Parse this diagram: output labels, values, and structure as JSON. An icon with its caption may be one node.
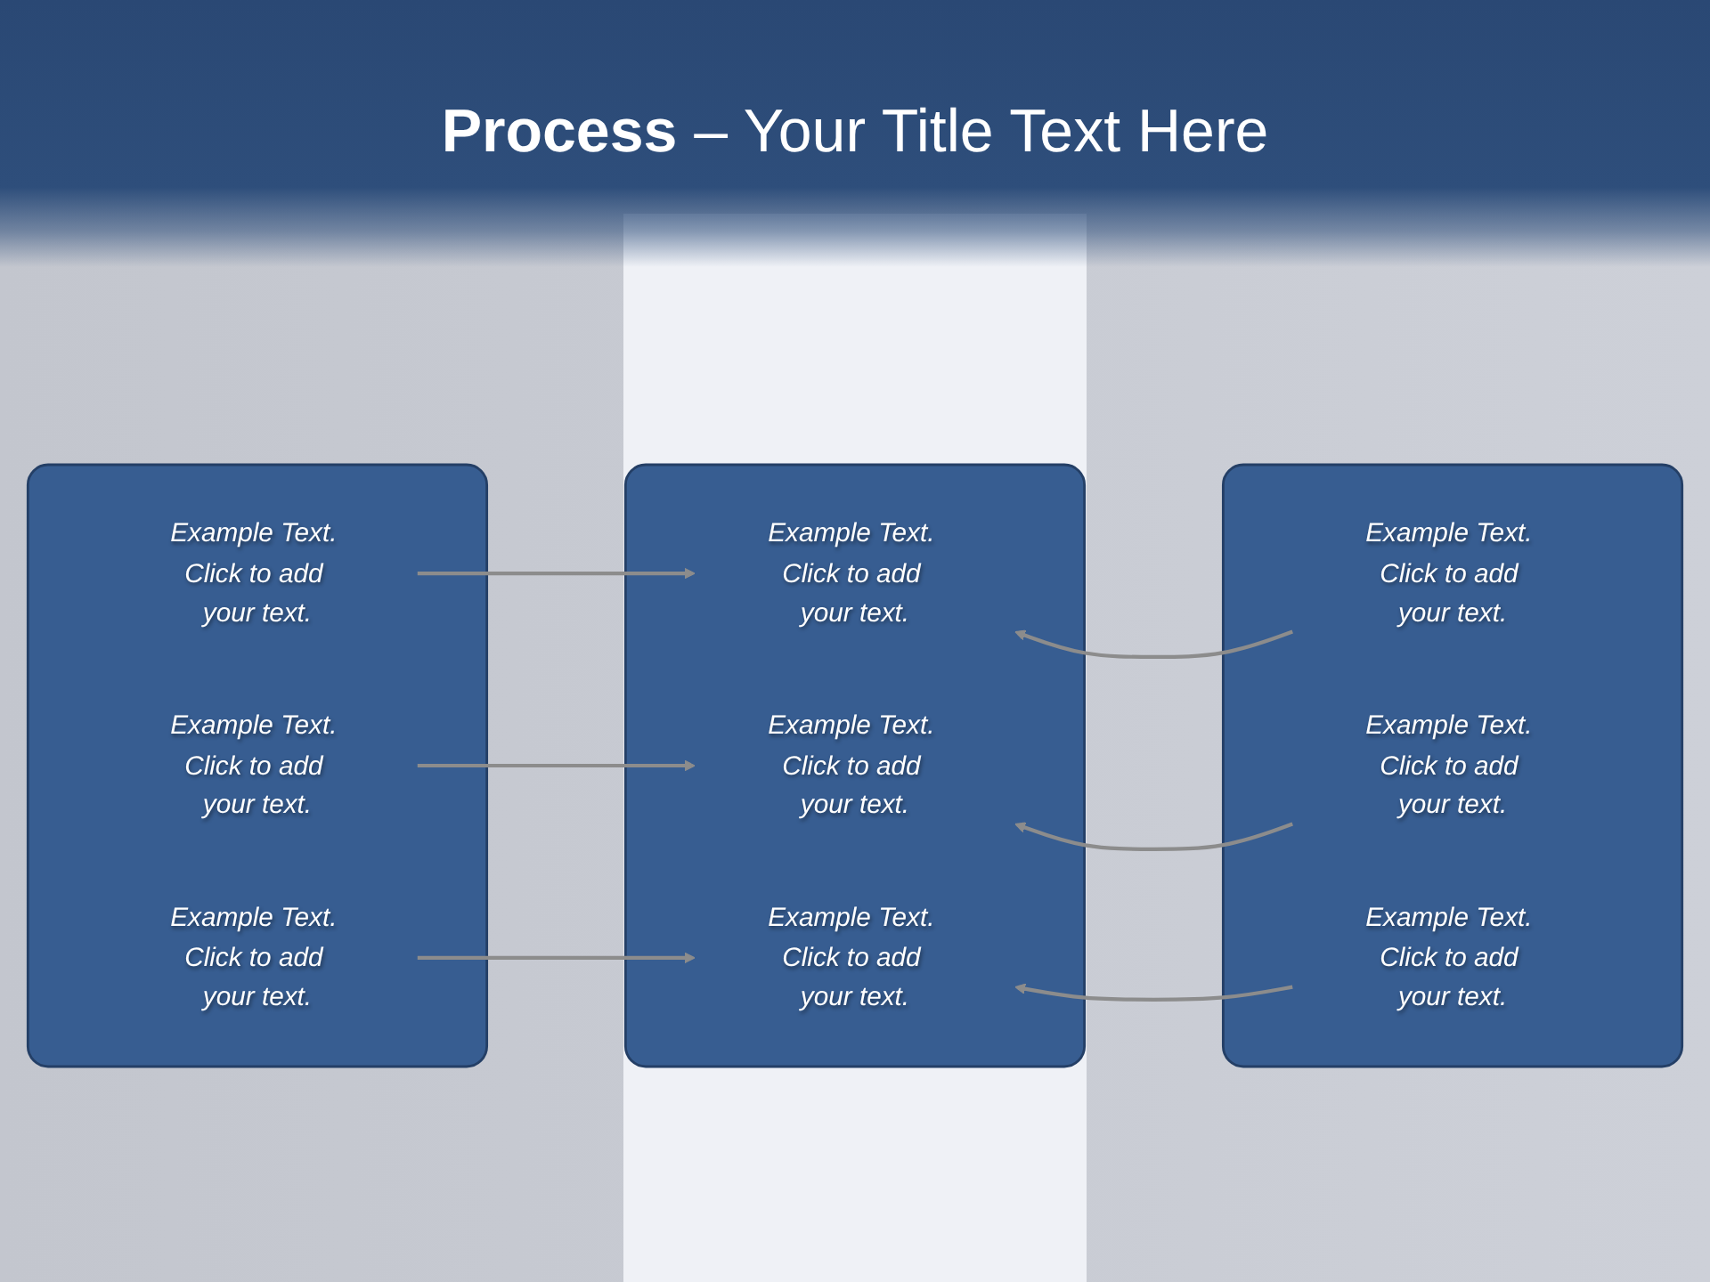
{
  "diagram": {
    "title": "**Process** – Your Title Text Here",
    "nodes": [
      {
        "text": [],
        "shape": "box"
      },
      {
        "text": [
          "Example Text. Click to add your text."
        ],
        "in": 0
      },
      {
        "text": [
          "Example Text. Click to add your text."
        ],
        "in": 0
      },
      {
        "text": [
          "Example Text. Click to add your text."
        ],
        "in": 0
      },
      {
        "text": [],
        "shape": "box"
      },
      {
        "text": [
          "Example Text. Click to add your text."
        ],
        "in": 4
      },
      {
        "text": [
          "Example Text. Click to add your text."
        ],
        "in": 4
      },
      {
        "text": [
          "Example Text. Click to add your text."
        ],
        "in": 4
      },
      {
        "text": [],
        "shape": "box"
      },
      {
        "text": [
          "Example Text. Click to add your text."
        ],
        "in": 8
      },
      {
        "text": [
          "Example Text. Click to add your text."
        ],
        "in": 8
      },
      {
        "text": [
          "Example Text. Click to add your text."
        ],
        "in": 8
      }
    ],
    "edges": [
      {
        "from": 1,
        "to": 5,
        "arrow": "to"
      },
      {
        "from": 2,
        "to": 6,
        "arrow": "to"
      },
      {
        "from": 3,
        "to": 7,
        "arrow": "to"
      },
      {
        "from": 9,
        "to": 5,
        "arrow": "to"
      },
      {
        "from": 10,
        "to": 6,
        "arrow": "to"
      },
      {
        "from": 11,
        "to": 7,
        "arrow": "to"
      }
    ]
  }
}
